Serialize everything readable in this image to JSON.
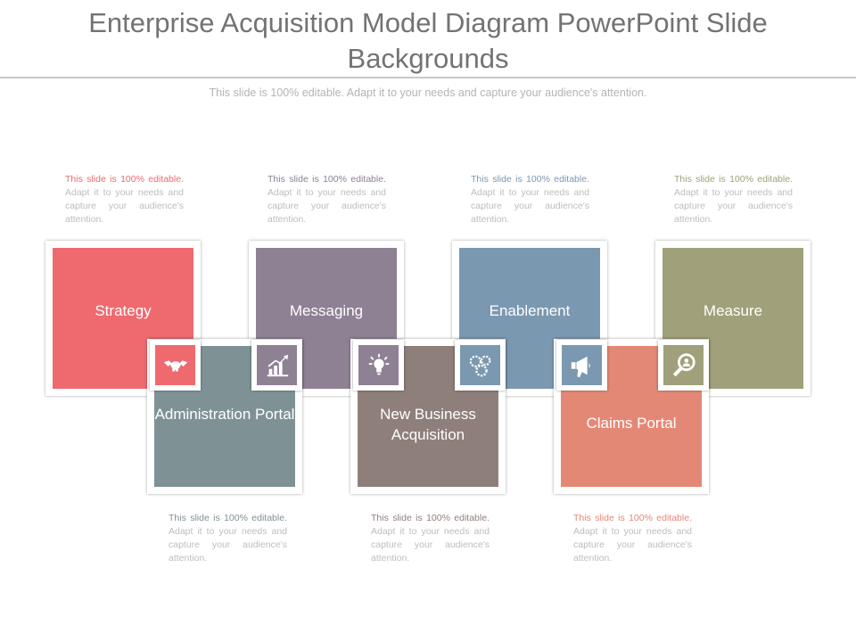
{
  "slide": {
    "title": "Enterprise Acquisition Model Diagram PowerPoint Slide Backgrounds",
    "subtitle": "This slide is 100% editable. Adapt it to your needs and capture your audience's attention."
  },
  "colors": {
    "strategy": "#ee6a6f",
    "messaging": "#8e8194",
    "enablement": "#7b98b1",
    "measure": "#a0a07a",
    "administration": "#7e9295",
    "new_business": "#8f7f7b",
    "claims": "#e48876"
  },
  "notes": {
    "lead": "This slide is 100% editable.",
    "rest": "Adapt it to your needs and capture your audience's attention."
  },
  "top_boxes": [
    {
      "label": "Strategy"
    },
    {
      "label": "Messaging"
    },
    {
      "label": "Enablement"
    },
    {
      "label": "Measure"
    }
  ],
  "bottom_boxes": [
    {
      "label": "Administration Portal"
    },
    {
      "label": "New Business Acquisition"
    },
    {
      "label": "Claims Portal"
    }
  ],
  "icons": [
    {
      "name": "handshake-icon"
    },
    {
      "name": "growth-chart-icon"
    },
    {
      "name": "lightbulb-icon"
    },
    {
      "name": "gears-icon"
    },
    {
      "name": "megaphone-icon"
    },
    {
      "name": "magnifier-icon"
    }
  ]
}
